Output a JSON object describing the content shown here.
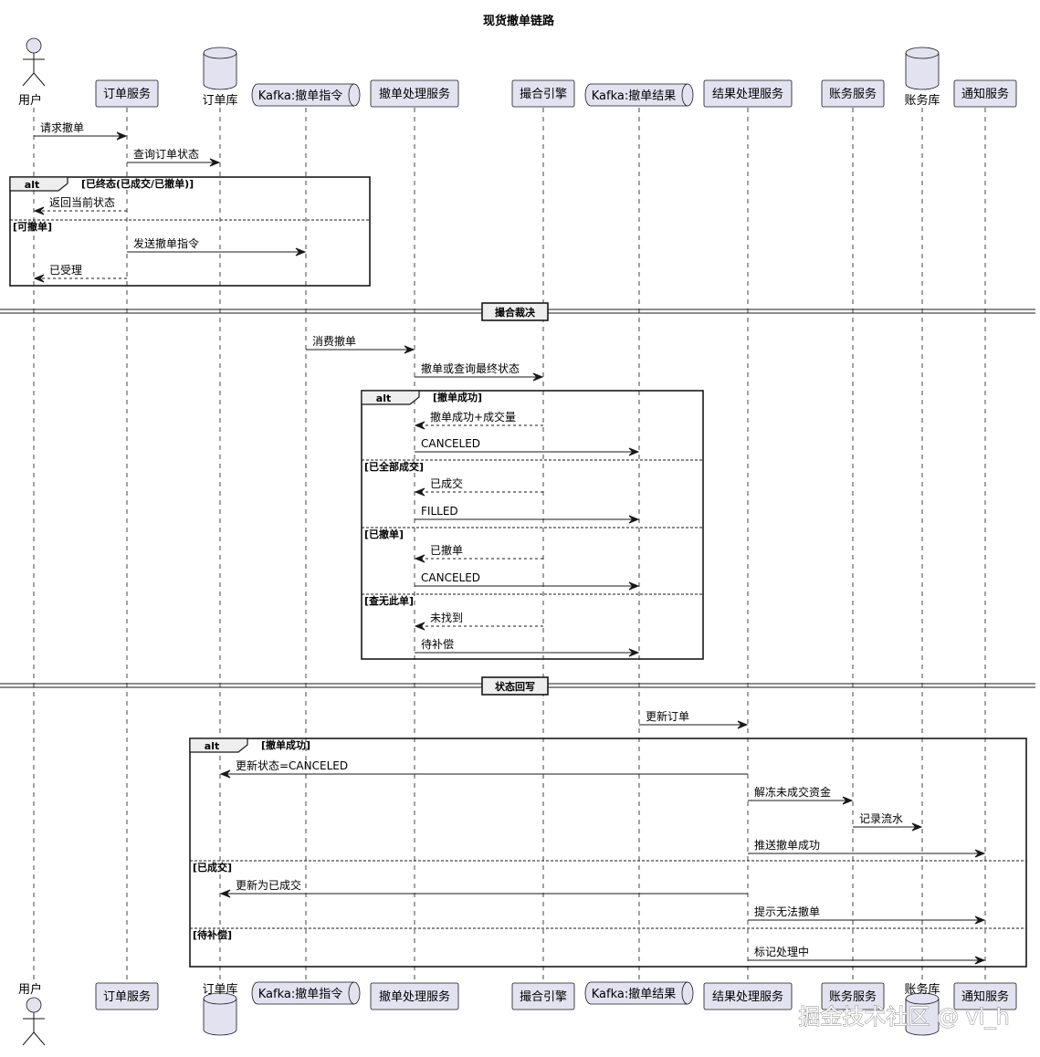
{
  "diagram": {
    "title": "现货撤单链路",
    "colors": {
      "participant_fill": "#e2e2f0",
      "participant_stroke": "#181818",
      "lifeline": "#444444",
      "line": "#181818"
    },
    "participants": [
      {
        "id": "user",
        "label": "用户",
        "shape": "actor"
      },
      {
        "id": "order",
        "label": "订单服务",
        "shape": "box"
      },
      {
        "id": "orderdb",
        "label": "订单库",
        "shape": "database"
      },
      {
        "id": "kcancel",
        "label": "Kafka:撤单指令",
        "shape": "queue"
      },
      {
        "id": "cancelsvc",
        "label": "撤单处理服务",
        "shape": "box"
      },
      {
        "id": "engine",
        "label": "撮合引擎",
        "shape": "box"
      },
      {
        "id": "kresult",
        "label": "Kafka:撤单结果",
        "shape": "queue"
      },
      {
        "id": "resultsvc",
        "label": "结果处理服务",
        "shape": "box"
      },
      {
        "id": "account",
        "label": "账务服务",
        "shape": "box"
      },
      {
        "id": "accountdb",
        "label": "账务库",
        "shape": "database"
      },
      {
        "id": "notify",
        "label": "通知服务",
        "shape": "box"
      }
    ],
    "messages": [
      {
        "from": "user",
        "to": "order",
        "label": "请求撤单",
        "style": "solid"
      },
      {
        "from": "order",
        "to": "orderdb",
        "label": "查询订单状态",
        "style": "solid"
      },
      {
        "from": "order",
        "to": "user",
        "label": "返回当前状态",
        "style": "dashed"
      },
      {
        "from": "order",
        "to": "kcancel",
        "label": "发送撤单指令",
        "style": "solid"
      },
      {
        "from": "order",
        "to": "user",
        "label": "已受理",
        "style": "dashed"
      },
      {
        "from": "kcancel",
        "to": "cancelsvc",
        "label": "消费撤单",
        "style": "solid"
      },
      {
        "from": "cancelsvc",
        "to": "engine",
        "label": "撤单或查询最终状态",
        "style": "solid"
      },
      {
        "from": "engine",
        "to": "cancelsvc",
        "label": "撤单成功+成交量",
        "style": "dashed"
      },
      {
        "from": "cancelsvc",
        "to": "kresult",
        "label": "CANCELED",
        "style": "solid"
      },
      {
        "from": "engine",
        "to": "cancelsvc",
        "label": "已成交",
        "style": "dashed"
      },
      {
        "from": "cancelsvc",
        "to": "kresult",
        "label": "FILLED",
        "style": "solid"
      },
      {
        "from": "engine",
        "to": "cancelsvc",
        "label": "已撤单",
        "style": "dashed"
      },
      {
        "from": "cancelsvc",
        "to": "kresult",
        "label": "CANCELED",
        "style": "solid"
      },
      {
        "from": "engine",
        "to": "cancelsvc",
        "label": "未找到",
        "style": "dashed"
      },
      {
        "from": "cancelsvc",
        "to": "kresult",
        "label": "待补偿",
        "style": "solid"
      },
      {
        "from": "kresult",
        "to": "resultsvc",
        "label": "更新订单",
        "style": "solid"
      },
      {
        "from": "resultsvc",
        "to": "orderdb",
        "label": "更新状态=CANCELED",
        "style": "solid"
      },
      {
        "from": "resultsvc",
        "to": "account",
        "label": "解冻未成交资金",
        "style": "solid"
      },
      {
        "from": "account",
        "to": "accountdb",
        "label": "记录流水",
        "style": "solid"
      },
      {
        "from": "resultsvc",
        "to": "notify",
        "label": "推送撤单成功",
        "style": "solid"
      },
      {
        "from": "resultsvc",
        "to": "orderdb",
        "label": "更新为已成交",
        "style": "solid"
      },
      {
        "from": "resultsvc",
        "to": "notify",
        "label": "提示无法撤单",
        "style": "solid"
      },
      {
        "from": "resultsvc",
        "to": "notify",
        "label": "标记处理中",
        "style": "solid"
      }
    ],
    "fragments": [
      {
        "kind": "alt",
        "conditions": [
          "[已终态(已成交/已撤单)]",
          "[可撤单]"
        ]
      },
      {
        "kind": "alt",
        "conditions": [
          "[撤单成功]",
          "[已全部成交]",
          "[已撤单]",
          "[查无此单]"
        ]
      },
      {
        "kind": "alt",
        "conditions": [
          "[撤单成功]",
          "[已成交]",
          "[待补偿]"
        ]
      }
    ],
    "dividers": [
      "撮合裁决",
      "状态回写"
    ]
  },
  "watermark": "掘金技术社区 @ vi_h"
}
